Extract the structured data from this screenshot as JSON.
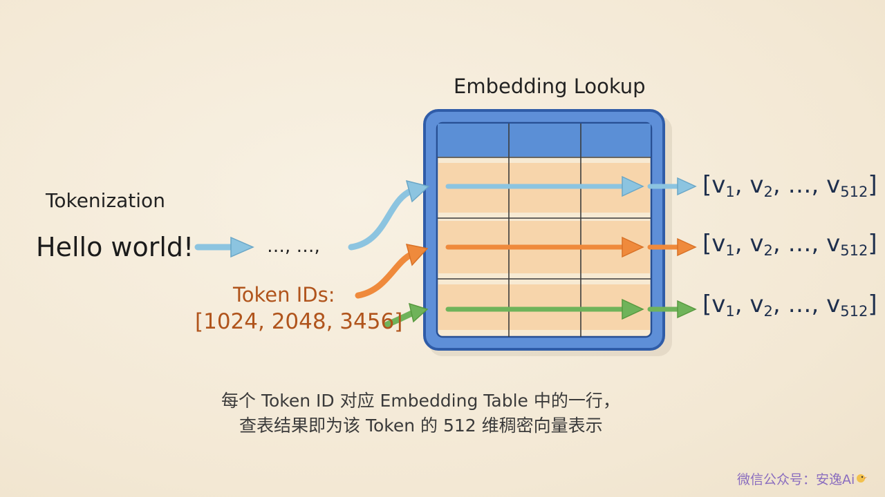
{
  "diagram": {
    "embedding_title": "Embedding Lookup",
    "tokenization_label": "Tokenization",
    "input_text": "Hello world!",
    "ellipsis_text": "…,  …,",
    "token_ids_label": "Token IDs:",
    "token_ids_value": "[1024, 2048, 3456]",
    "vector_rows": [
      {
        "prefix": "[v",
        "s1": "1",
        "mid1": ", v",
        "s2": "2",
        "mid2": ", …, v",
        "s3": "512",
        "suffix": "]"
      },
      {
        "prefix": "[v",
        "s1": "1",
        "mid1": ", v",
        "s2": "2",
        "mid2": ", …, v",
        "s3": "512",
        "suffix": "]"
      },
      {
        "prefix": "[v",
        "s1": "1",
        "mid1": ", v",
        "s2": "2",
        "mid2": ", …, v",
        "s3": "512",
        "suffix": "]"
      }
    ],
    "caption_line_1": "每个 Token ID 对应 Embedding Table 中的一行，",
    "caption_line_2": "查表结果即为该 Token 的 512 维稠密向量表示",
    "watermark": "微信公众号：安逸Ai"
  },
  "colors": {
    "table_border": "#3f6fc4",
    "table_header": "#5b8fd6",
    "row_fill": "#f6d3a6",
    "arrow_blue": "#8cc4e0",
    "arrow_orange": "#ef8a3c",
    "arrow_green": "#6fb35a",
    "token_text": "#b0541c",
    "vector_text": "#1e2f4d"
  }
}
